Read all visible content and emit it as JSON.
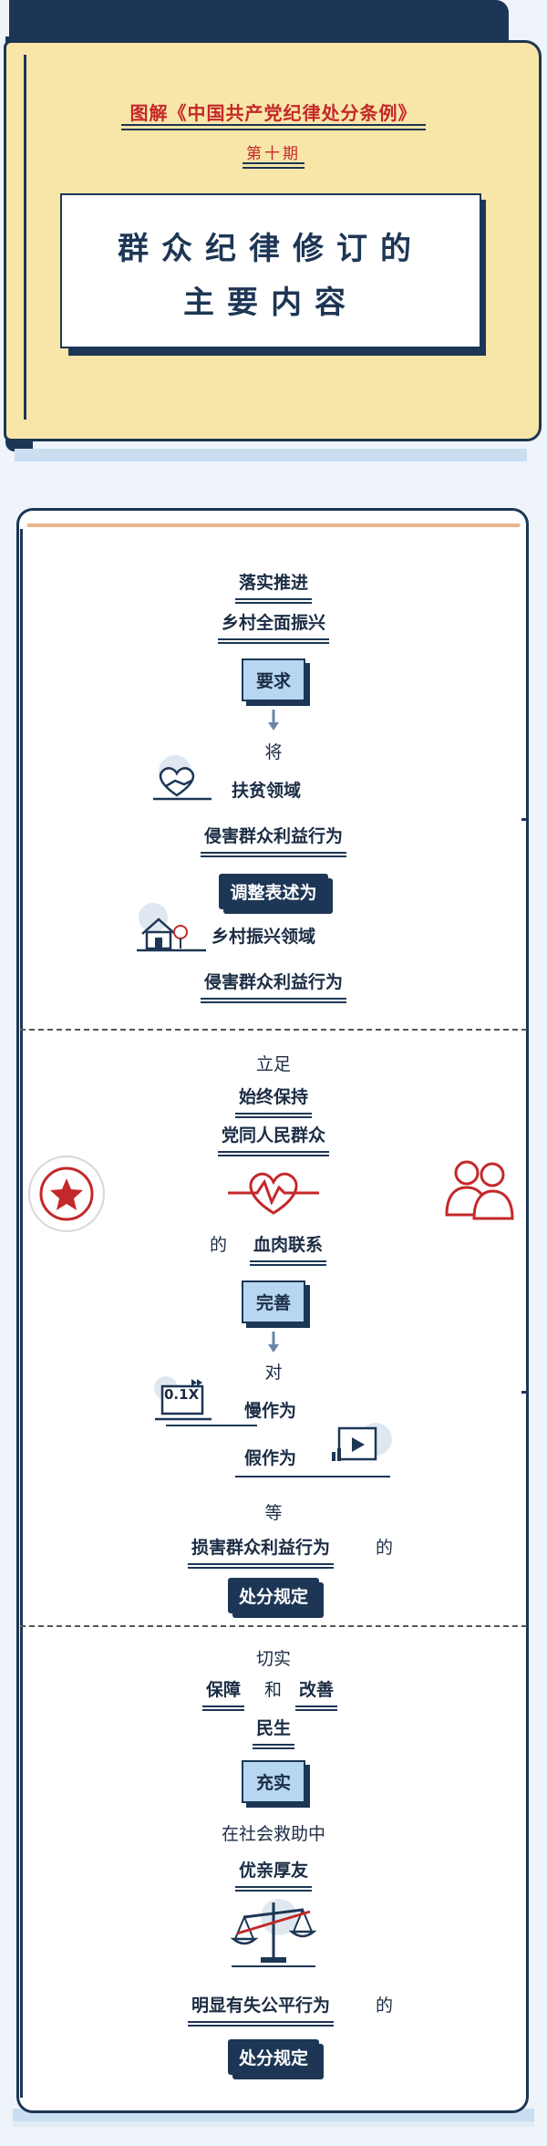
{
  "header": {
    "title": "图解《中国共产党纪律处分条例》",
    "issue": "第十期",
    "subtitle_line1": "群众纪律修订的",
    "subtitle_line2": "主要内容"
  },
  "section1": {
    "line1": "落实推进",
    "line2": "乡村全面振兴",
    "chip": "要求",
    "connector": "将",
    "field1": "扶贫领域",
    "behavior1": "侵害群众利益行为",
    "action": "调整表述为",
    "field2": "乡村振兴领域",
    "behavior2": "侵害群众利益行为"
  },
  "section2": {
    "lead": "立足",
    "line1": "始终保持",
    "line2": "党同人民群众",
    "of": "的",
    "bond": "血肉联系",
    "chip": "完善",
    "connector": "对",
    "slow_label": "0.1X",
    "slow": "慢作为",
    "fake": "假作为",
    "etc": "等",
    "behavior": "损害群众利益行为",
    "de": "的",
    "rules": "处分规定"
  },
  "section3": {
    "lead": "切实",
    "guard": "保障",
    "and": "和",
    "improve": "改善",
    "livelihood": "民生",
    "chip": "充实",
    "context": "在社会救助中",
    "favor": "优亲厚友",
    "behavior": "明显有失公平行为",
    "de": "的",
    "rules": "处分规定"
  },
  "colors": {
    "navy": "#1d3655",
    "red": "#c4282a",
    "cream": "#f8e6a8",
    "chip_blue": "#b6d6f1",
    "page_bg": "#eef4fa"
  },
  "icons": [
    "heart-hand-icon",
    "house-tree-icon",
    "star-badge-icon",
    "heart-pulse-icon",
    "people-icon",
    "slow-motion-icon",
    "video-play-icon",
    "scales-icon",
    "down-arrow-icon"
  ]
}
